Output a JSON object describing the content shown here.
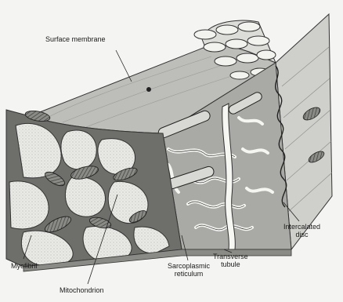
{
  "diagram": {
    "labels": {
      "surface_membrane": "Surface membrane",
      "intercalated_disc_line1": "Intercalated",
      "intercalated_disc_line2": "disc",
      "transverse_tubule_line1": "Transverse",
      "transverse_tubule_line2": "tubule",
      "sarcoplasmic_reticulum_line1": "Sarcoplasmic",
      "sarcoplasmic_reticulum_line2": "reticulum",
      "myofibril": "Myofibril",
      "mitochondrion": "Mitochondrion"
    }
  }
}
